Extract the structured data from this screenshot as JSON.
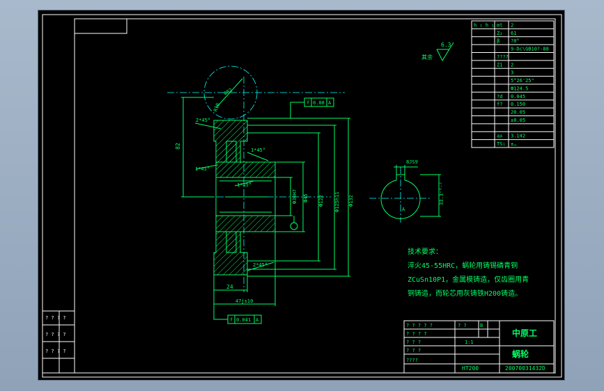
{
  "colors": {
    "background": "#000000",
    "line": "#00ff66",
    "border": "#ffffff",
    "centerline": "#00ffff",
    "app_frame": "#9fb0c4"
  },
  "param_table": {
    "rows": [
      {
        "label": "h ₁ h ₁",
        "sym": "mt",
        "value": "2"
      },
      {
        "label": "",
        "sym": "Z₂",
        "value": "61"
      },
      {
        "label": "",
        "sym": "β",
        "value": "?0°"
      },
      {
        "label": "",
        "sym": "",
        "value": "9-Dc\\GB10?-88"
      },
      {
        "label": "",
        "sym": "????",
        "value": ""
      },
      {
        "label": "",
        "sym": "Z1",
        "value": "2"
      },
      {
        "label": "",
        "sym": "",
        "value": "3"
      },
      {
        "label": "",
        "sym": "",
        "value": "5°26'25\""
      },
      {
        "label": "",
        "sym": "",
        "value": "Ф124.5"
      },
      {
        "label": "",
        "sym": "?d",
        "value": "0.045"
      },
      {
        "label": "",
        "sym": "f?",
        "value": "0.150"
      },
      {
        "label": "",
        "sym": "",
        "value": "20.05"
      },
      {
        "label": "",
        "sym": "",
        "value": "±0.05"
      },
      {
        "label": "",
        "sym": "",
        "value": ""
      },
      {
        "label": "",
        "sym": "ax",
        "value": "3.142"
      },
      {
        "label": "",
        "sym": "TS₁",
        "value": "±…"
      }
    ]
  },
  "surface_finish": {
    "label": "其余",
    "value": "6.3"
  },
  "dimensions": {
    "bore_tol": "Ф30H7",
    "dia_45": "Ф45",
    "dia_122": "Ф122",
    "dia_125": "Ф125h11",
    "dia_132": "Ф132",
    "height_82": "82",
    "chamfer_a": "1*45°",
    "chamfer_b": "1*45°",
    "chamfer_c": "1*45°",
    "chamfer_d": "2*45°",
    "chamfer_e": "2*45°",
    "width_24": "24",
    "width_47": "47js10",
    "hole_dim": "Ф82",
    "rad_10": "R10"
  },
  "tolerance_frames": {
    "top": {
      "sym": "f",
      "val": "0.08",
      "datum": "A"
    },
    "bottom": {
      "sym": "f",
      "val": "0.041",
      "datum": "A"
    }
  },
  "keyway": {
    "top_dim": "8JS9",
    "side_dim": "33.3⁺⁰·²",
    "datum": "A"
  },
  "tech_requirements": {
    "heading": "技术要求：",
    "line1": "淬火45-55HRC，蜗轮用铸锡磷青铜",
    "line2": "ZCuSn10P1，金属模铸造，仅齿圈用青",
    "line3": "铜铸造，而轮芯用灰铸铁H200铸造。"
  },
  "title_block": {
    "school": "中原工",
    "part_name": "蜗轮",
    "material": "HT200",
    "drawing_no": "20070031432D",
    "scale": "1:1",
    "row_a": "? ? ? ? ?",
    "row_b": "? ? ? ?",
    "row_c": "? ? ?",
    "row_d": "????",
    "row_e": "? ? ?",
    "b_mark": "B",
    "cells": "? ?"
  },
  "left_stamp": {
    "rows": [
      "? ? ? ?",
      "? ? ? ?",
      "? ? ? ?"
    ]
  }
}
